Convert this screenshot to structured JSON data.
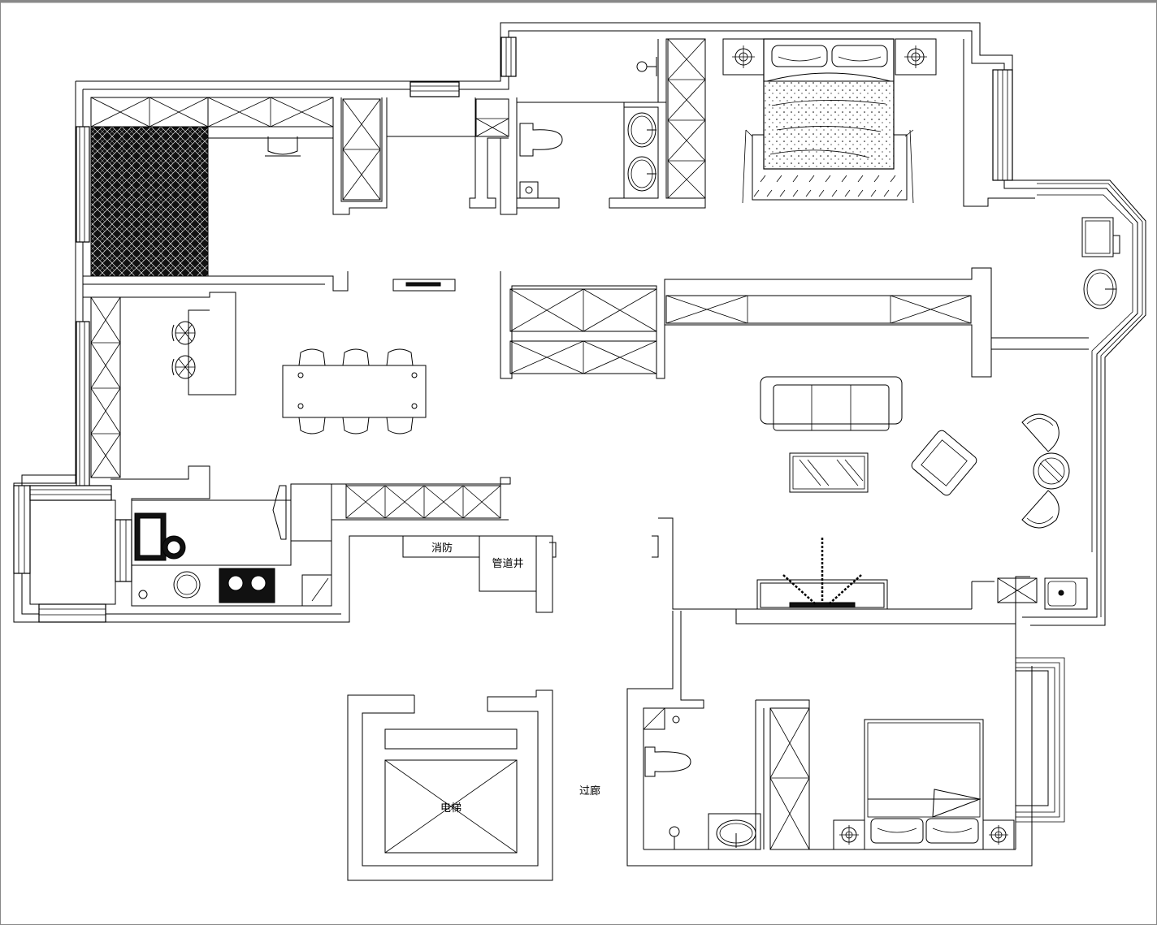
{
  "labels": {
    "fire_hose": "消防",
    "pipe_shaft": "管道井",
    "elevator": "电梯",
    "corridor": "过廊"
  },
  "colors": {
    "line": "#000000",
    "background": "#ffffff",
    "frame": "#888888"
  }
}
